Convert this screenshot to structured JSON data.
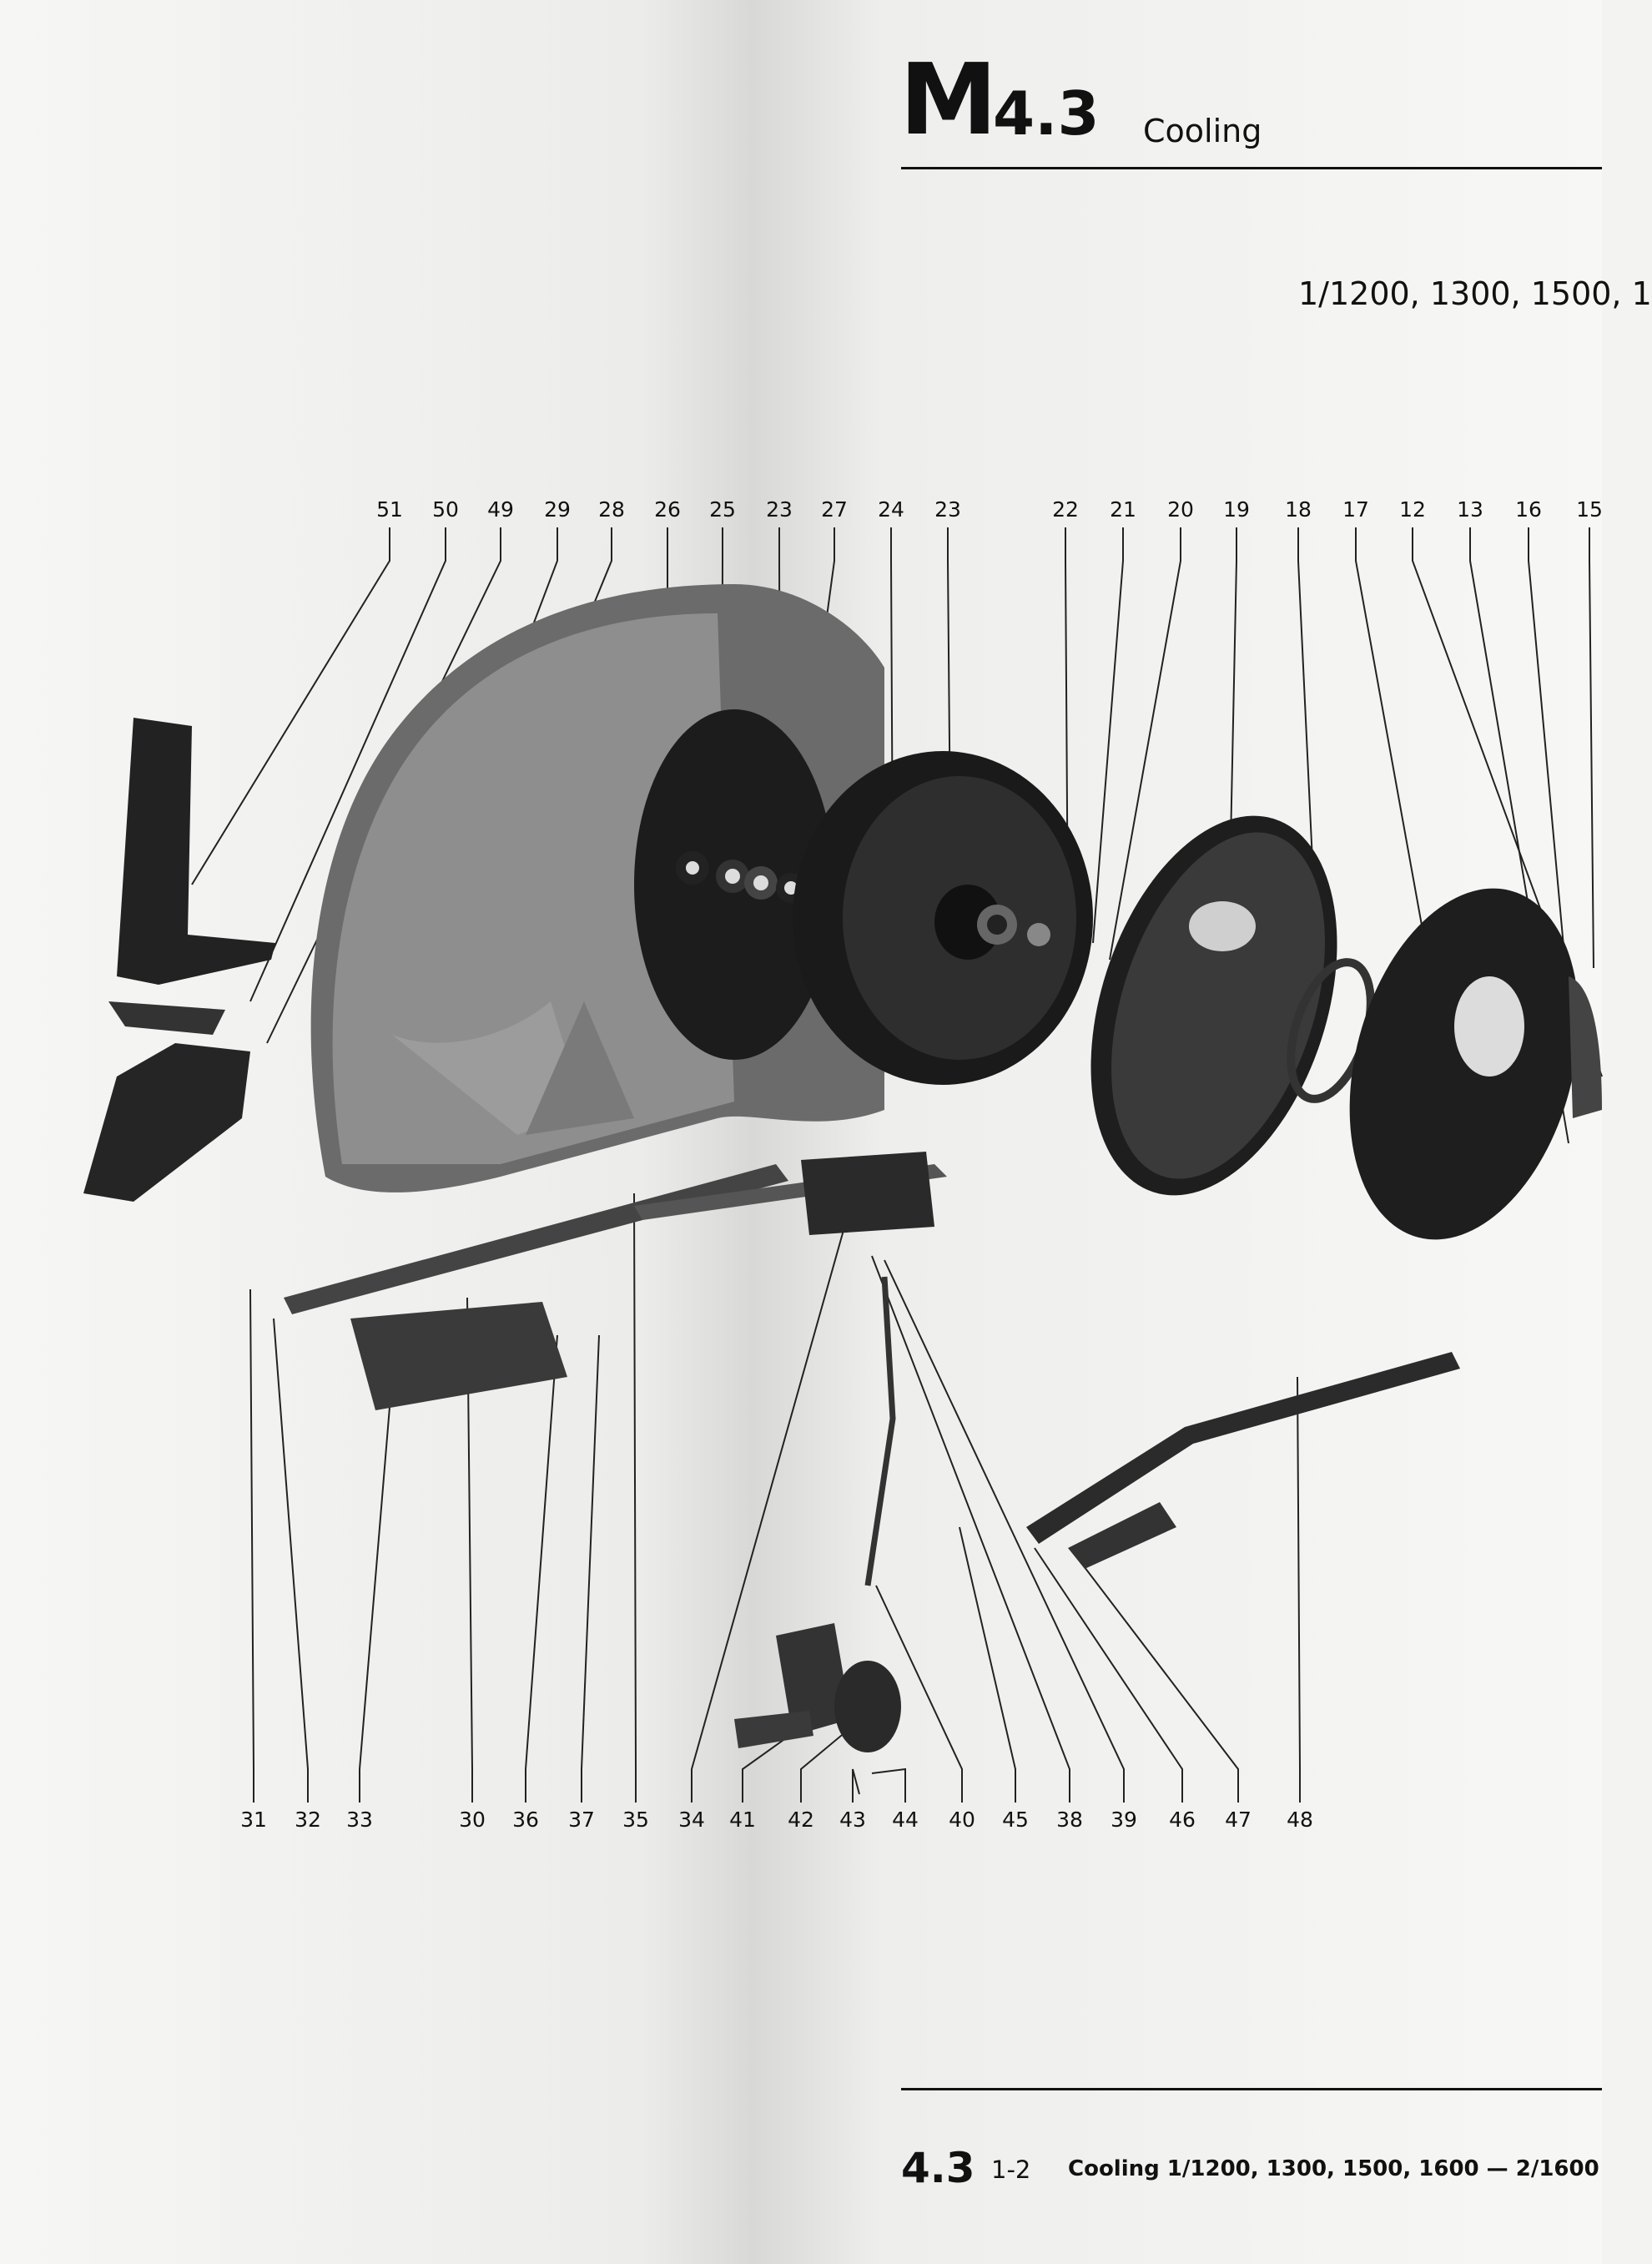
{
  "header": {
    "letter": "M",
    "number": "4.3",
    "title": "Cooling"
  },
  "models_line": "1/1200, 1300, 1500, 1",
  "callouts_top": [
    "51",
    "50",
    "49",
    "29",
    "28",
    "26",
    "25",
    "23",
    "27",
    "24",
    "23",
    "22",
    "21",
    "20",
    "19",
    "18",
    "17",
    "12",
    "13",
    "16",
    "15"
  ],
  "callouts_bottom": [
    "31",
    "32",
    "33",
    "30",
    "36",
    "37",
    "35",
    "34",
    "41",
    "42",
    "43",
    "44",
    "40",
    "45",
    "38",
    "39",
    "46",
    "47",
    "48"
  ],
  "footer": {
    "section": "4.3",
    "page": "1-2",
    "title": "Cooling 1/1200, 1300, 1500, 1600 — 2/1600"
  }
}
